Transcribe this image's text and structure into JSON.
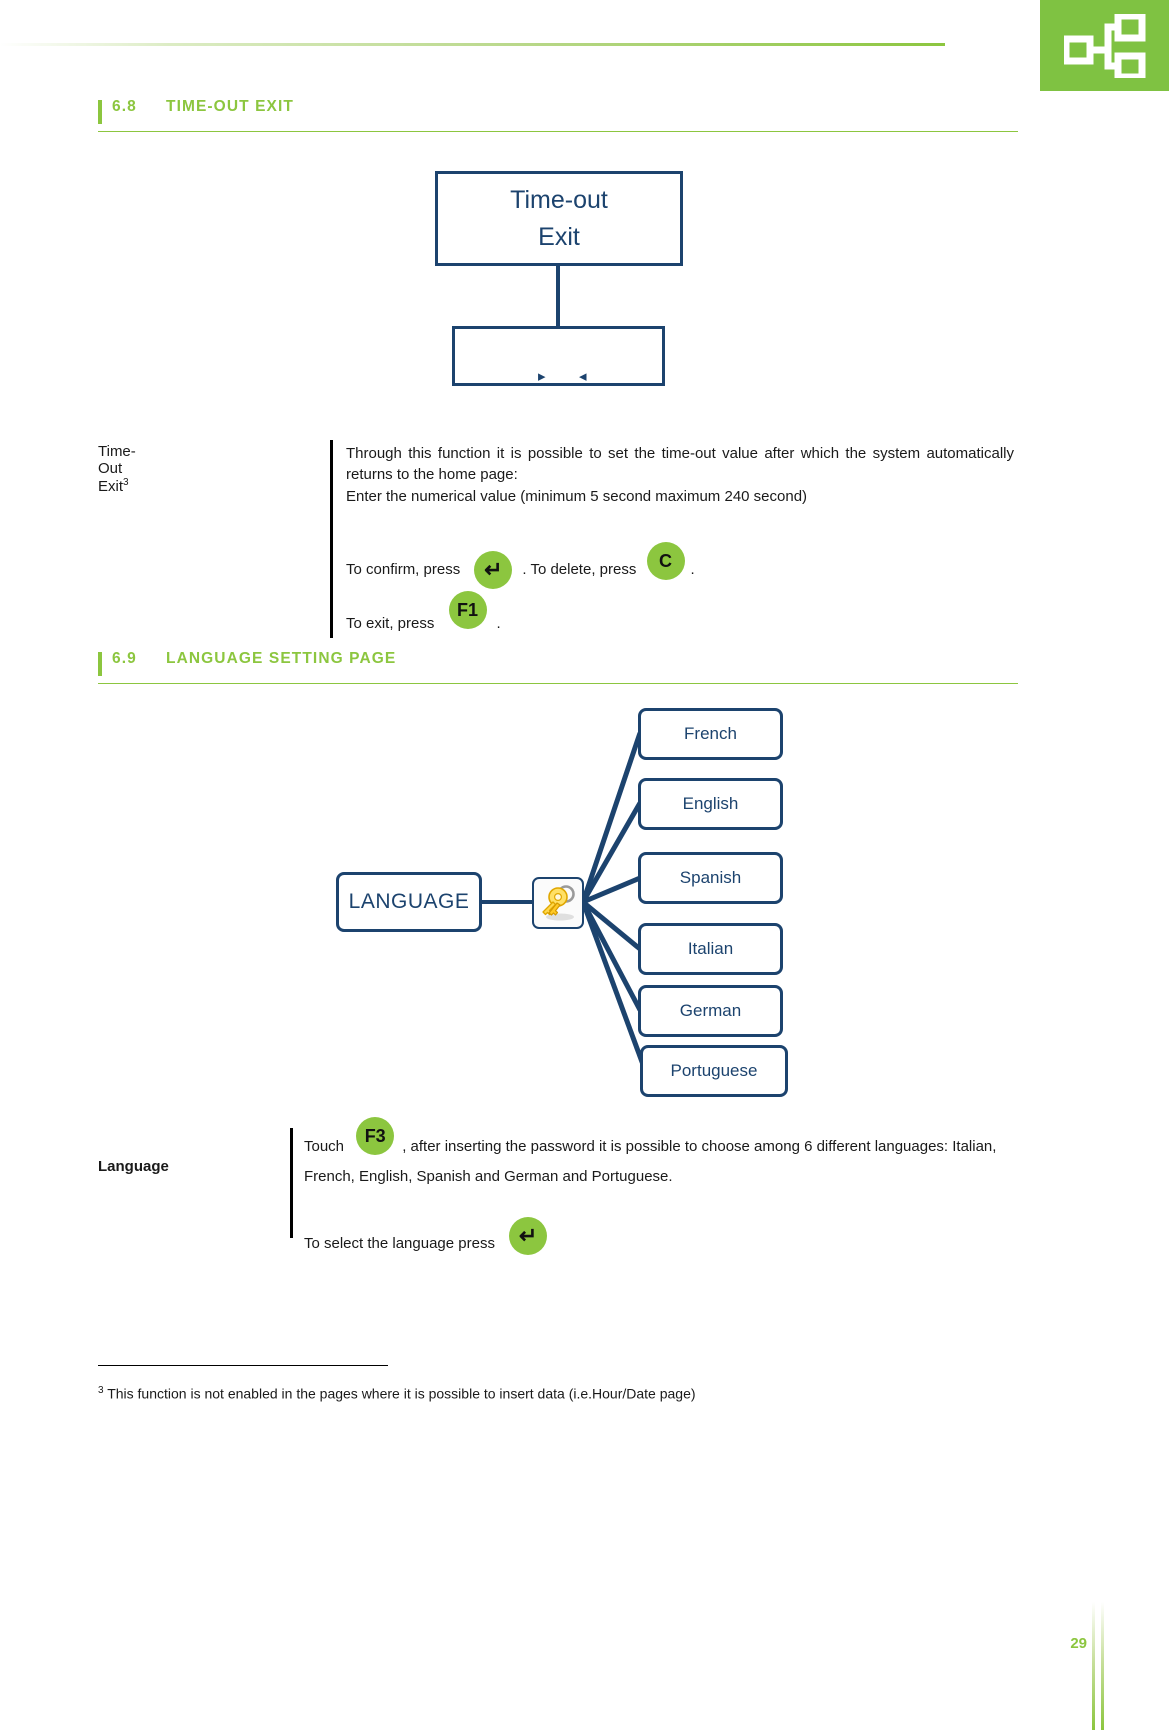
{
  "document": {
    "page_number": "29",
    "logo_icon": "network-hierarchy-icon",
    "brand_color": "#8cc63f",
    "diagram_color": "#1c436e"
  },
  "sections": [
    {
      "number": "6.8",
      "title": "TIME-OUT EXIT"
    },
    {
      "number": "6.9",
      "title": "LANGUAGE SETTING PAGE"
    }
  ],
  "timeout_diagram": {
    "node_line1": "Time-out",
    "node_line2": "Exit",
    "child_left_arrow": "▸",
    "child_right_arrow": "◂"
  },
  "timeout_description": {
    "label": "Time-Out Exit",
    "label_footnote_marker": "3",
    "paragraph1": "Through this function it is possible to set the time-out  value after which the system automatically returns to the home page:",
    "paragraph2": "Enter the numerical value (minimum 5 second maximum 240 second)",
    "confirm_prefix": "To confirm, press",
    "confirm_key": "↵",
    "confirm_mid": ". To delete, press",
    "delete_key": "C",
    "confirm_suffix": ".",
    "exit_prefix": "To exit, press",
    "exit_key": "F1",
    "exit_suffix": "."
  },
  "language_map": {
    "root_label": "LANGUAGE",
    "hub_icon": "keys-icon",
    "options": [
      "French",
      "English",
      "Spanish",
      "Italian",
      "German",
      "Portuguese"
    ]
  },
  "language_description": {
    "label": "Language",
    "touch_prefix": "Touch",
    "touch_key": "F3",
    "touch_suffix": ", after inserting the password it is possible to choose among 6 different languages: Italian, French, English, Spanish and German and Portuguese.",
    "select_prefix": "To select the language press",
    "select_key": "↵"
  },
  "footnote": {
    "marker": "3",
    "text": " This function is not enabled in the pages where it is possible to insert data (i.e.Hour/Date page)"
  }
}
